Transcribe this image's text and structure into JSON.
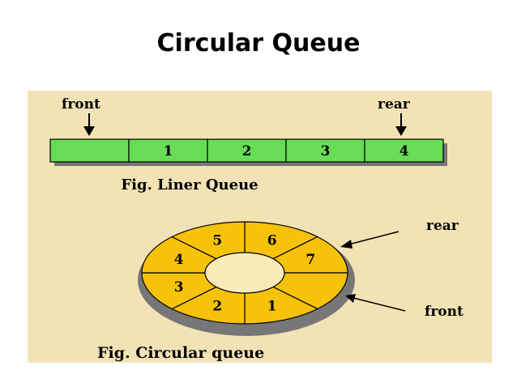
{
  "slide": {
    "title": "Circular Queue"
  },
  "linear_queue": {
    "front_label": "front",
    "rear_label": "rear",
    "cells": [
      "",
      "1",
      "2",
      "3",
      "4"
    ],
    "caption": "Fig. Liner Queue"
  },
  "circular_queue": {
    "rear_label": "rear",
    "front_label": "front",
    "slots": [
      "6",
      "7",
      "",
      "1",
      "2",
      "3",
      "4",
      "5"
    ],
    "caption": "Fig. Circular queue"
  },
  "colors": {
    "background": "#f2e3b6",
    "linear_cell": "#66dd55",
    "ring_fill": "#f6c20a",
    "inner_circle": "#f7ecb8",
    "shadow": "#777777"
  }
}
